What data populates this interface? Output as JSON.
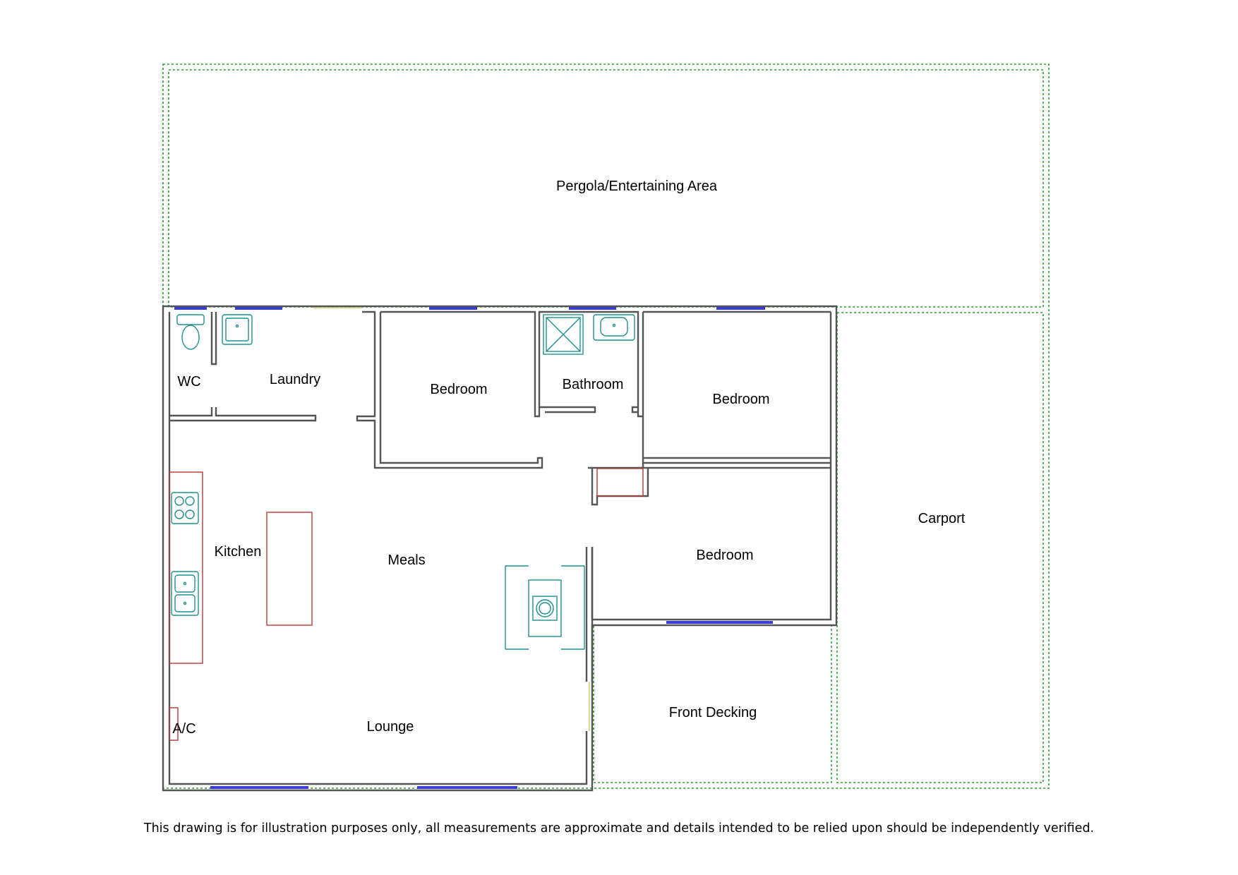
{
  "colors": {
    "wall": "#555555",
    "window": "#3b3bd6",
    "boundary": "#2e9d2e",
    "fixture": "#1f8f8f",
    "bench": "#b23a3a",
    "door_gap": "#c8c870"
  },
  "rooms": {
    "pergola": "Pergola/Entertaining Area",
    "wc": "WC",
    "laundry": "Laundry",
    "bedroom_1": "Bedroom",
    "bathroom": "Bathroom",
    "bedroom_2": "Bedroom",
    "kitchen": "Kitchen",
    "meals": "Meals",
    "bedroom_3": "Bedroom",
    "carport": "Carport",
    "ac": "A/C",
    "lounge": "Lounge",
    "front_decking": "Front Decking"
  },
  "disclaimer": "This drawing is for illustration purposes only, all measurements are approximate and details intended to be relied upon should be independently verified."
}
